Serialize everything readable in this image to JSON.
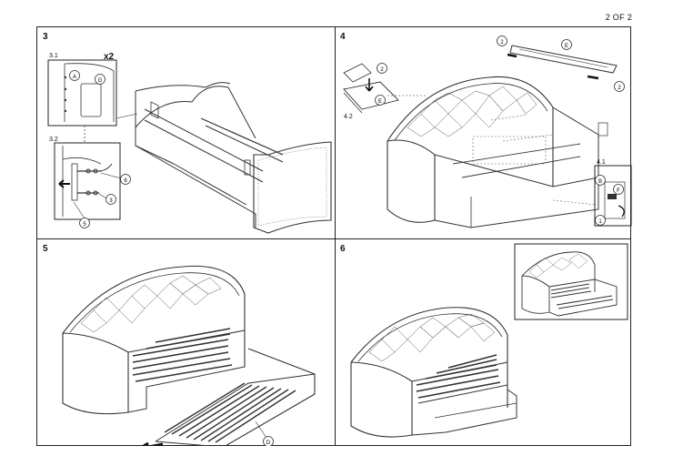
{
  "page_label": "2 OF 2",
  "steps": [
    {
      "number": "3",
      "sub_labels": [
        "3.1",
        "3.2"
      ],
      "quantity": "x2",
      "callouts": [
        "A",
        "G",
        "6",
        "3",
        "5"
      ]
    },
    {
      "number": "4",
      "sub_labels": [
        "4.2",
        "4.1"
      ],
      "callouts": [
        "2",
        "E",
        "2",
        "2",
        "E",
        "B",
        "F",
        "1"
      ]
    },
    {
      "number": "5",
      "callouts": [
        "D"
      ]
    },
    {
      "number": "6",
      "callouts": []
    }
  ]
}
